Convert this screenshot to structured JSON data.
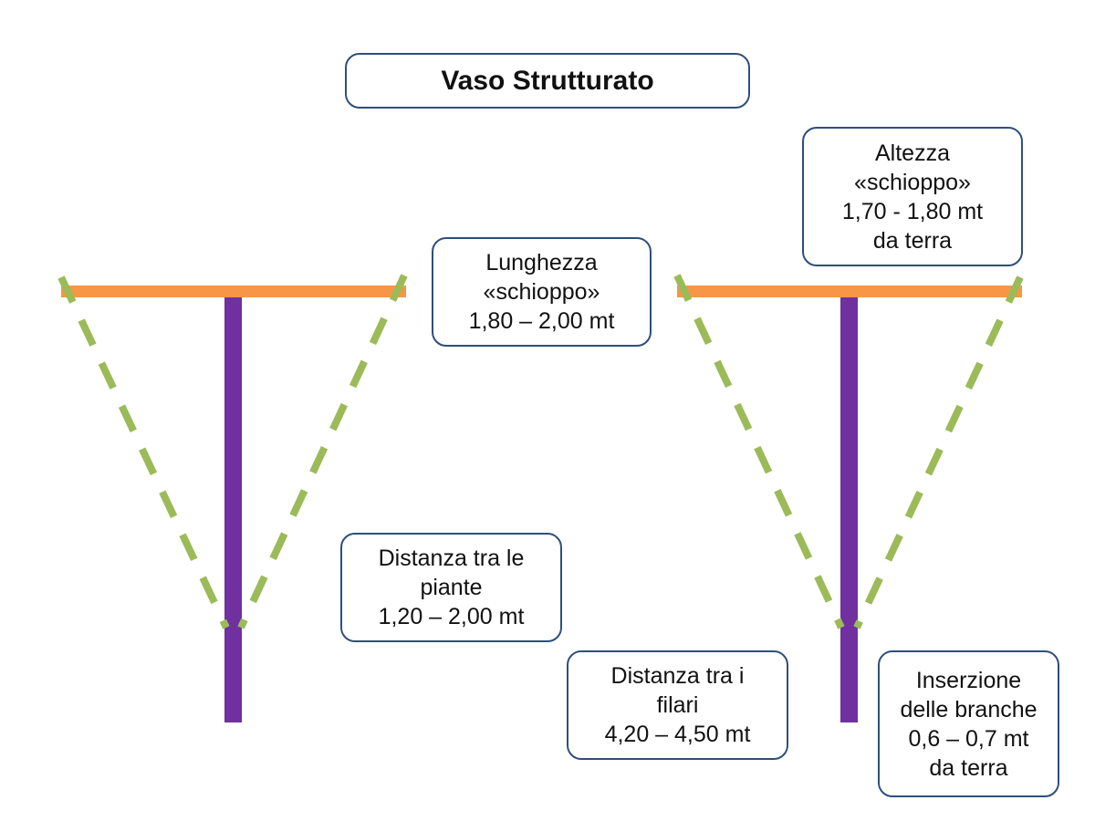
{
  "title": "Vaso Strutturato",
  "labels": {
    "lunghezza": [
      "Lunghezza",
      "«schioppo»",
      "1,80 – 2,00 mt"
    ],
    "altezza": [
      "Altezza",
      "«schioppo»",
      "1,70 - 1,80 mt",
      "da terra"
    ],
    "distanza_piante": [
      "Distanza tra le",
      "piante",
      "1,20 – 2,00 mt"
    ],
    "distanza_filari": [
      "Distanza tra i",
      "filari",
      "4,20 – 4,50 mt"
    ],
    "inserzione": [
      "Inserzione",
      "delle branche",
      "0,6 – 0,7 mt",
      "da terra"
    ]
  },
  "colors": {
    "arm": "#f79646",
    "trunk": "#7030a0",
    "branch": "#9bbb59",
    "border": "#2e4f7a"
  }
}
